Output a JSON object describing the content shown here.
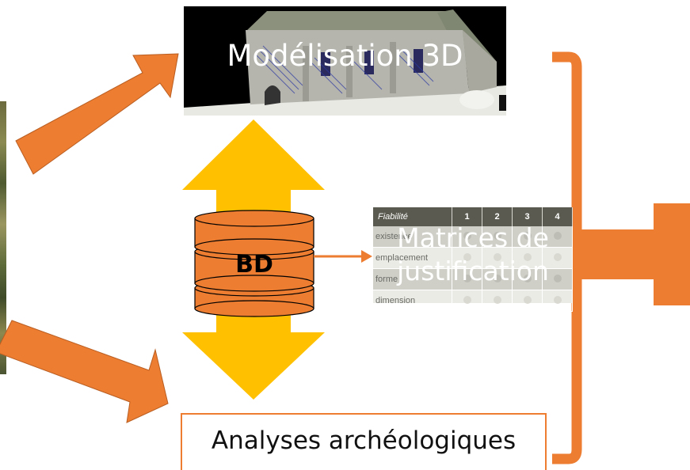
{
  "diagram": {
    "model_title": "Modélisation 3D",
    "bd_label": "BD",
    "matrix_title_line1": "Matrices de",
    "matrix_title_line2": "justification",
    "analyses_label": "Analyses archéologiques",
    "matrix": {
      "header": [
        "Fiabilité",
        "1",
        "2",
        "3",
        "4"
      ],
      "rows": [
        "existence",
        "emplacement",
        "forme",
        "dimension"
      ]
    }
  },
  "colors": {
    "orange": "#ed7d31",
    "yellow": "#ffc000",
    "black": "#000000",
    "table_header": "#5a5a50"
  }
}
